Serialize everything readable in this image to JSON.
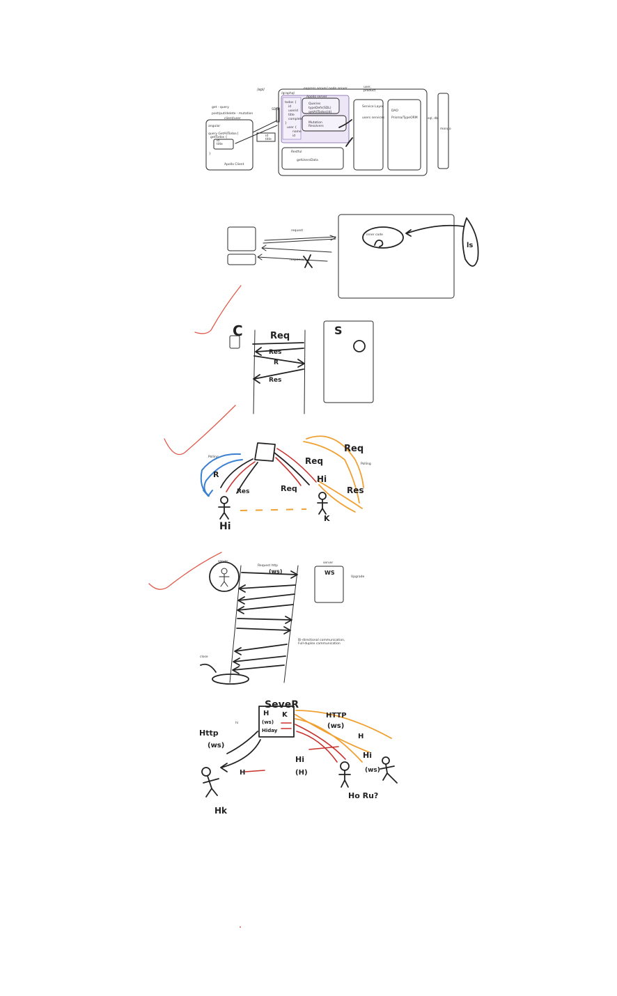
{
  "section1": {
    "api_label": "/api/",
    "express_label": "express server/ node server",
    "user_product": [
      "user,",
      "product"
    ],
    "graphql": "/graphql",
    "apollo_server": "Apollo server",
    "todos_block": [
      "todos {",
      "id",
      "userid",
      "title",
      "completed",
      "}",
      "user {",
      "name",
      "id"
    ],
    "queries_block": [
      "Queries",
      "typeDefs(SDL)",
      "getAllTodos(id)"
    ],
    "mutations_block": [
      "Mutation",
      "Resolvers"
    ],
    "get_query": "get - query",
    "post_put_delete": "post/put/delete - mutation",
    "client_user": "client/user",
    "angular": "angular",
    "query_getall": "query GetAllTodos{",
    "get_todos": "getTodos {",
    "id": "id",
    "title": "title",
    "brace": "}",
    "apollo_client": "Apollo Client",
    "small_box": [
      "id",
      "title"
    ],
    "badge": "SDG",
    "restful": "Restful",
    "getusers": "getUsersData",
    "service_layer": "Service Layer",
    "users_services": "users services",
    "dao": "DAO",
    "prisma": "Prisma/TypeORM",
    "mongo": "mongo",
    "sql": "sql, db"
  },
  "section2": {
    "request": "request",
    "response": "response",
    "inner_label": "inner code"
  },
  "section3": {
    "client": "C",
    "server": "S",
    "req": "Req",
    "res1": "Res",
    "r": "R",
    "res2": "Res"
  },
  "section4": {
    "polling_left": "Polling",
    "polling_right": "Polling",
    "req_top": "Req",
    "req_mid": "Req",
    "res_left": "Res",
    "res_right": "Res",
    "req_left": "Req",
    "r_left": "R",
    "hi_right": "Hi",
    "hi_left": "Hi",
    "k_right": "K"
  },
  "section5": {
    "server_left": "server",
    "request_http": "Request http",
    "ws": "(ws)",
    "server_right": "server",
    "ws_box": "WS",
    "upgrade": "Upgrade",
    "bidirectional": [
      "Bi-directional communication,",
      "Full-duplex communication"
    ],
    "close": "close"
  },
  "section6": {
    "server": "SeveR",
    "box_lines": [
      "H",
      "(ws)",
      "Hiday"
    ],
    "box_k": "K",
    "hi_label": "hi",
    "http_ws_left": [
      "Http",
      "(ws)"
    ],
    "h_left": "H",
    "hk": "Hk",
    "http_right": "HTTP",
    "ws_right": "(ws)",
    "h_right": "H",
    "hi_mid": [
      "Hi",
      "(H)"
    ],
    "hi_ws_right": [
      "Hi",
      "(ws)"
    ],
    "how_r_u": "Ho Ru?"
  },
  "colors": {
    "red": "#e05a4a",
    "orange": "#f0a030",
    "blue": "#3a80d0",
    "ink": "#222222"
  }
}
